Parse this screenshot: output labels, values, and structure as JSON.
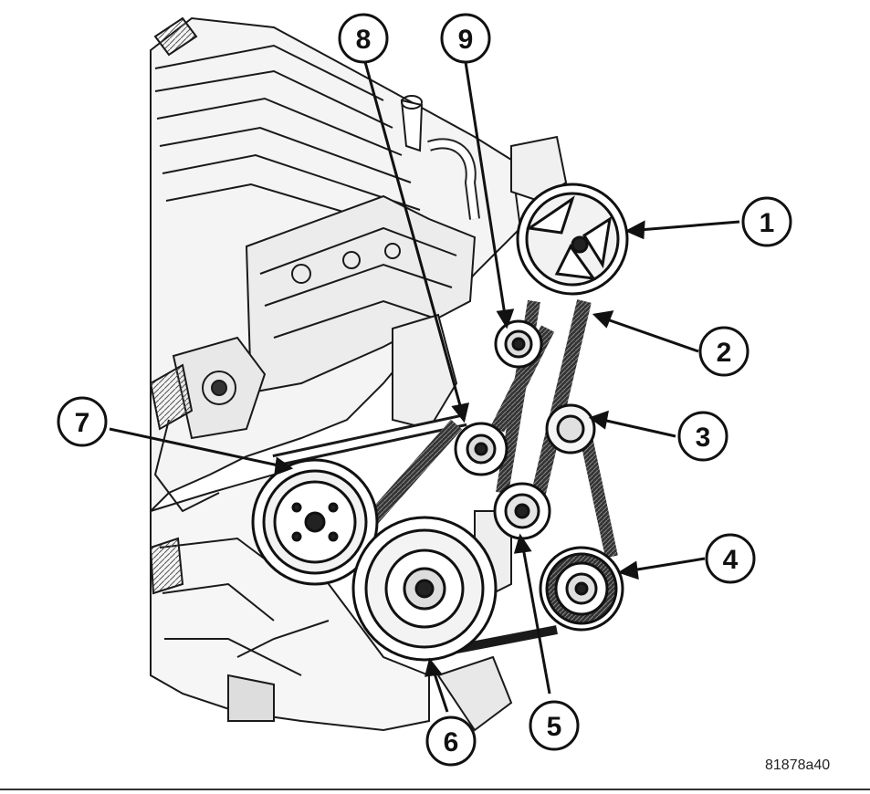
{
  "diagram": {
    "callouts": [
      {
        "id": 1,
        "label": "1"
      },
      {
        "id": 2,
        "label": "2"
      },
      {
        "id": 3,
        "label": "3"
      },
      {
        "id": 4,
        "label": "4"
      },
      {
        "id": 5,
        "label": "5"
      },
      {
        "id": 6,
        "label": "6"
      },
      {
        "id": 7,
        "label": "7"
      },
      {
        "id": 8,
        "label": "8"
      },
      {
        "id": 9,
        "label": "9"
      }
    ],
    "figure_id": "81878a40",
    "colors": {
      "ink": "#111111",
      "paper": "#ffffff",
      "shade": "#c9c9c9"
    }
  }
}
